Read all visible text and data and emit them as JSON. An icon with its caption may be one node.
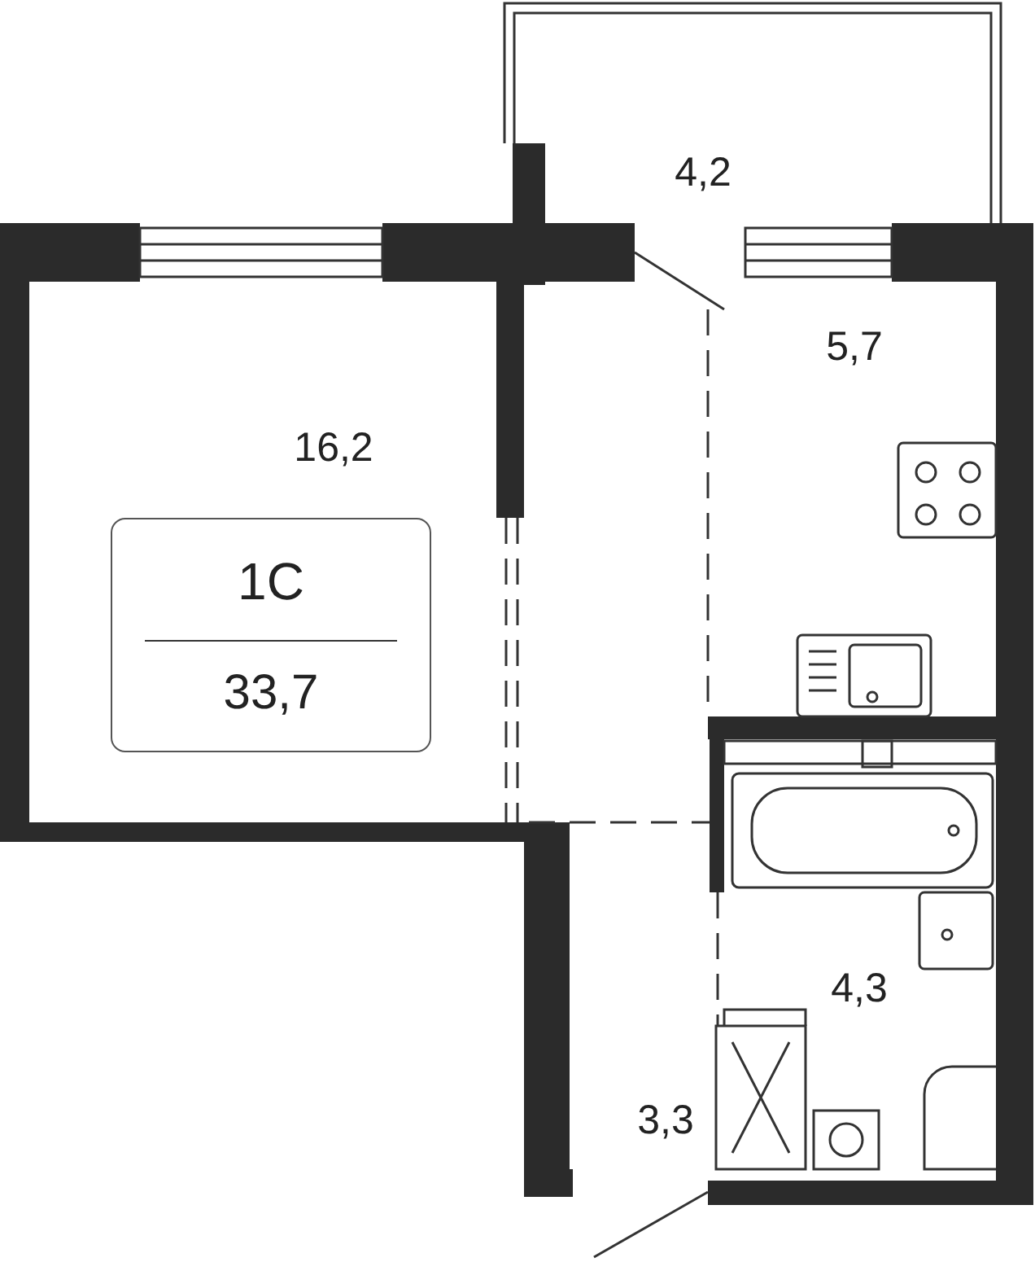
{
  "diagram": {
    "nodes": [
      {
        "text": [
          "1С",
          "33,7"
        ]
      }
    ],
    "labels": [
      "4,2",
      "5,7",
      "16,2",
      "4,3",
      "3,3"
    ]
  }
}
